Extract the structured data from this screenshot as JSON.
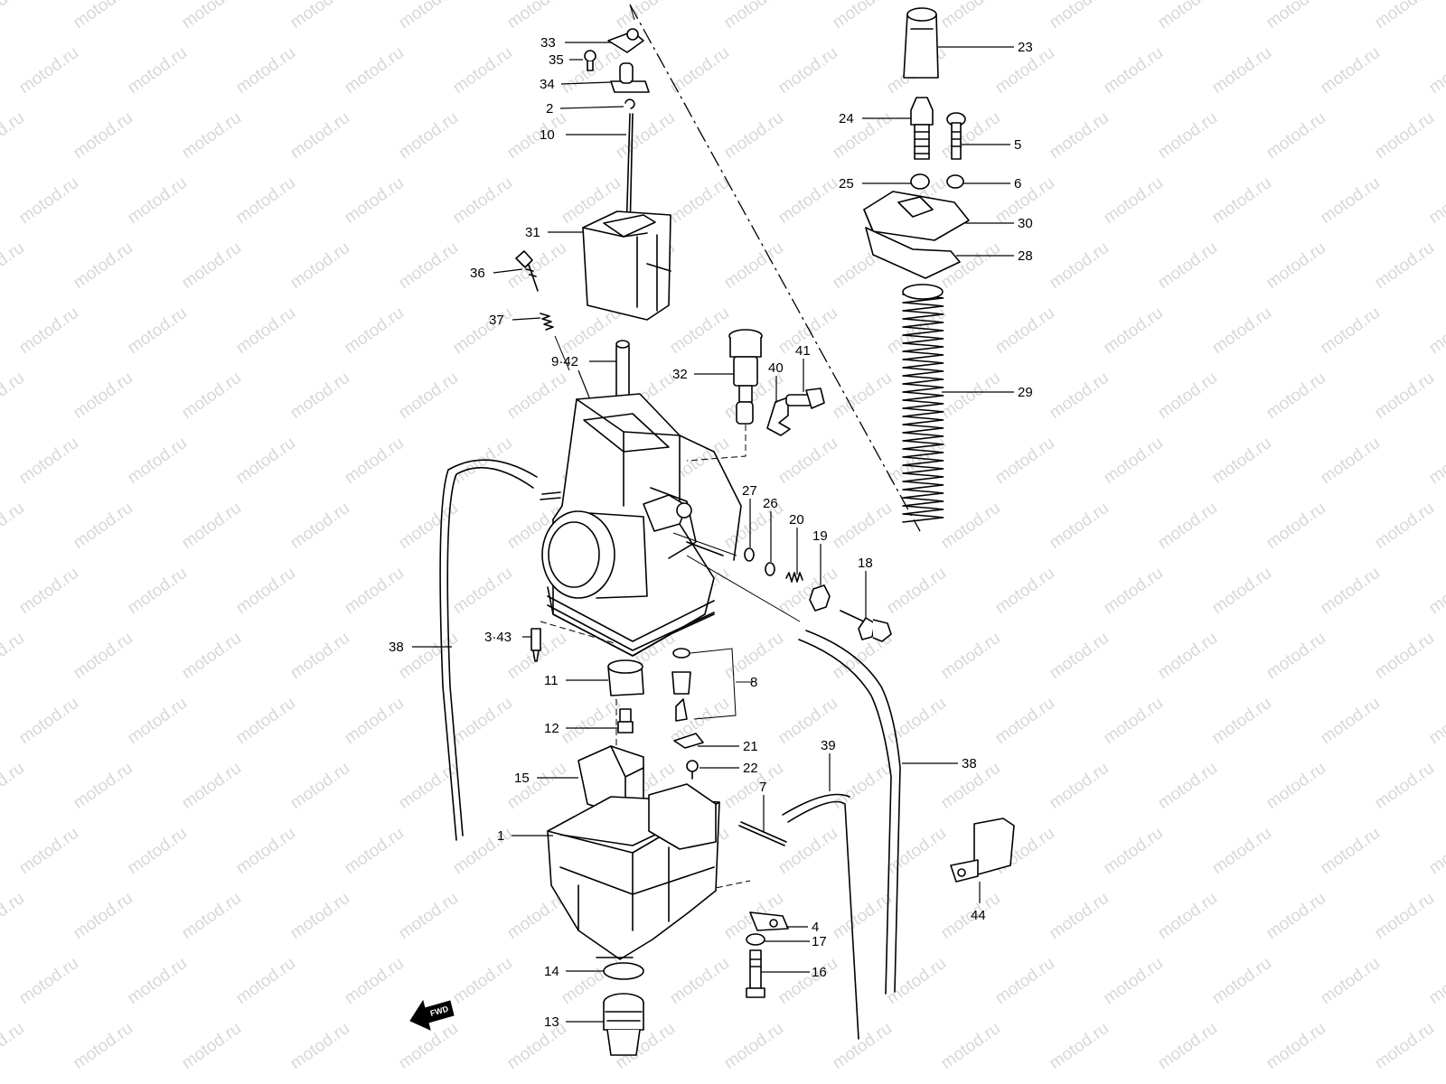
{
  "watermark": {
    "text": "motod.ru",
    "color": "#d8d8d8"
  },
  "direction_marker": {
    "label": "FWD",
    "icon": "forward-arrow-icon"
  },
  "callouts": [
    {
      "id": "33",
      "label": "33"
    },
    {
      "id": "35",
      "label": "35"
    },
    {
      "id": "34",
      "label": "34"
    },
    {
      "id": "2",
      "label": "2"
    },
    {
      "id": "10",
      "label": "10"
    },
    {
      "id": "31",
      "label": "31"
    },
    {
      "id": "36",
      "label": "36"
    },
    {
      "id": "37",
      "label": "37"
    },
    {
      "id": "9-42",
      "label": "9·42"
    },
    {
      "id": "32",
      "label": "32"
    },
    {
      "id": "40",
      "label": "40"
    },
    {
      "id": "41",
      "label": "41"
    },
    {
      "id": "27",
      "label": "27"
    },
    {
      "id": "26",
      "label": "26"
    },
    {
      "id": "20",
      "label": "20"
    },
    {
      "id": "19",
      "label": "19"
    },
    {
      "id": "18",
      "label": "18"
    },
    {
      "id": "23",
      "label": "23"
    },
    {
      "id": "24",
      "label": "24"
    },
    {
      "id": "5",
      "label": "5"
    },
    {
      "id": "25",
      "label": "25"
    },
    {
      "id": "6",
      "label": "6"
    },
    {
      "id": "30",
      "label": "30"
    },
    {
      "id": "28",
      "label": "28"
    },
    {
      "id": "29",
      "label": "29"
    },
    {
      "id": "38a",
      "label": "38"
    },
    {
      "id": "38b",
      "label": "38"
    },
    {
      "id": "3-43",
      "label": "3·43"
    },
    {
      "id": "11",
      "label": "11"
    },
    {
      "id": "8",
      "label": "8"
    },
    {
      "id": "12",
      "label": "12"
    },
    {
      "id": "21",
      "label": "21"
    },
    {
      "id": "22",
      "label": "22"
    },
    {
      "id": "15",
      "label": "15"
    },
    {
      "id": "39",
      "label": "39"
    },
    {
      "id": "7",
      "label": "7"
    },
    {
      "id": "1",
      "label": "1"
    },
    {
      "id": "44",
      "label": "44"
    },
    {
      "id": "4",
      "label": "4"
    },
    {
      "id": "17",
      "label": "17"
    },
    {
      "id": "16",
      "label": "16"
    },
    {
      "id": "14",
      "label": "14"
    },
    {
      "id": "13",
      "label": "13"
    }
  ]
}
